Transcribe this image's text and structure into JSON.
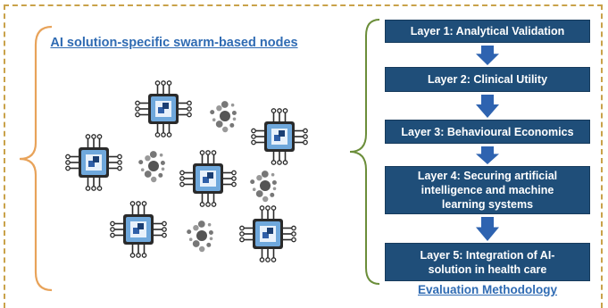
{
  "left_panel": {
    "title": "AI solution-specific  swarm-based nodes"
  },
  "layers": [
    {
      "label": "Layer 1: Analytical Validation"
    },
    {
      "label": "Layer 2: Clinical Utility"
    },
    {
      "label": "Layer 3: Behavioural Economics"
    },
    {
      "label": "Layer 4: Securing artificial intelligence and machine learning systems"
    },
    {
      "label": "Layer 5: Integration of AI-solution in health care"
    }
  ],
  "evaluation": {
    "title": "Evaluation  Methodology"
  },
  "colors": {
    "layer_box": "#1f4e79",
    "arrow": "#2e63b0",
    "left_brace": "#e8a35a",
    "right_brace": "#6b8e3a",
    "frame": "#c9a24a",
    "title_text": "#2f6bb3",
    "chip_pin": "#2b2b2b",
    "chip_core": "#2f5fa8"
  },
  "icons": {
    "node": "microchip-icon",
    "cluster": "swarm-cluster-icon",
    "arrow": "down-arrow-icon"
  }
}
